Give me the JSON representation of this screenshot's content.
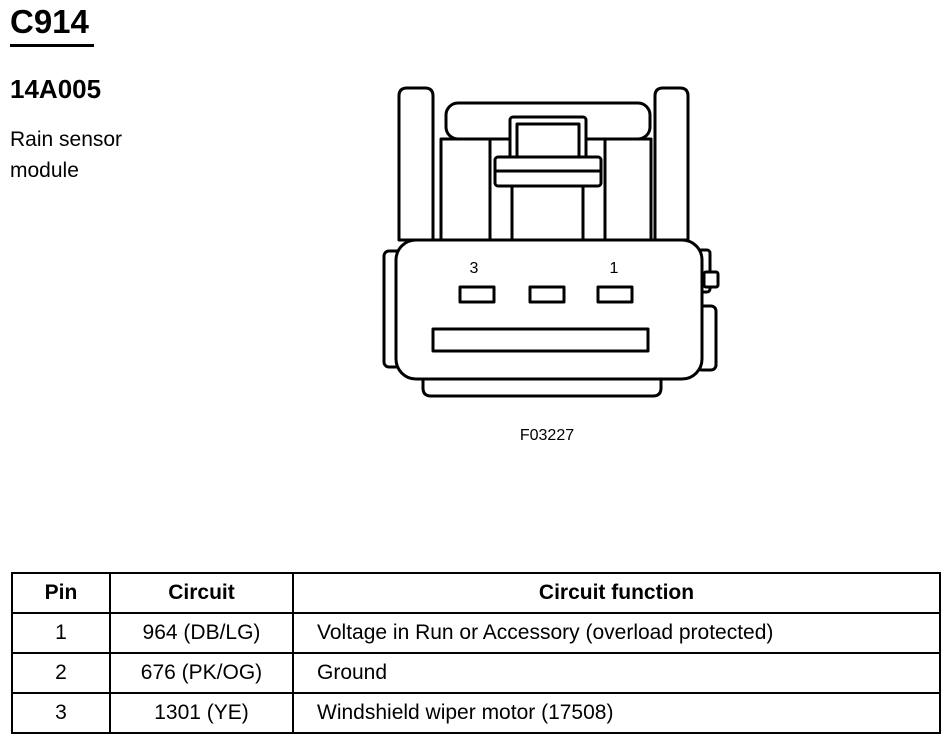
{
  "connector": {
    "id": "C914",
    "part_number": "14A005",
    "description": "Rain sensor\nmodule"
  },
  "diagram": {
    "pin_labels": [
      "3",
      "1"
    ],
    "figure_code": "F03227"
  },
  "pin_table": {
    "headers": [
      "Pin",
      "Circuit",
      "Circuit function"
    ],
    "rows": [
      {
        "pin": "1",
        "circuit": "964 (DB/LG)",
        "function": "Voltage in Run or Accessory (overload protected)"
      },
      {
        "pin": "2",
        "circuit": "676 (PK/OG)",
        "function": "Ground"
      },
      {
        "pin": "3",
        "circuit": "1301 (YE)",
        "function": "Windshield wiper motor (17508)"
      }
    ]
  }
}
